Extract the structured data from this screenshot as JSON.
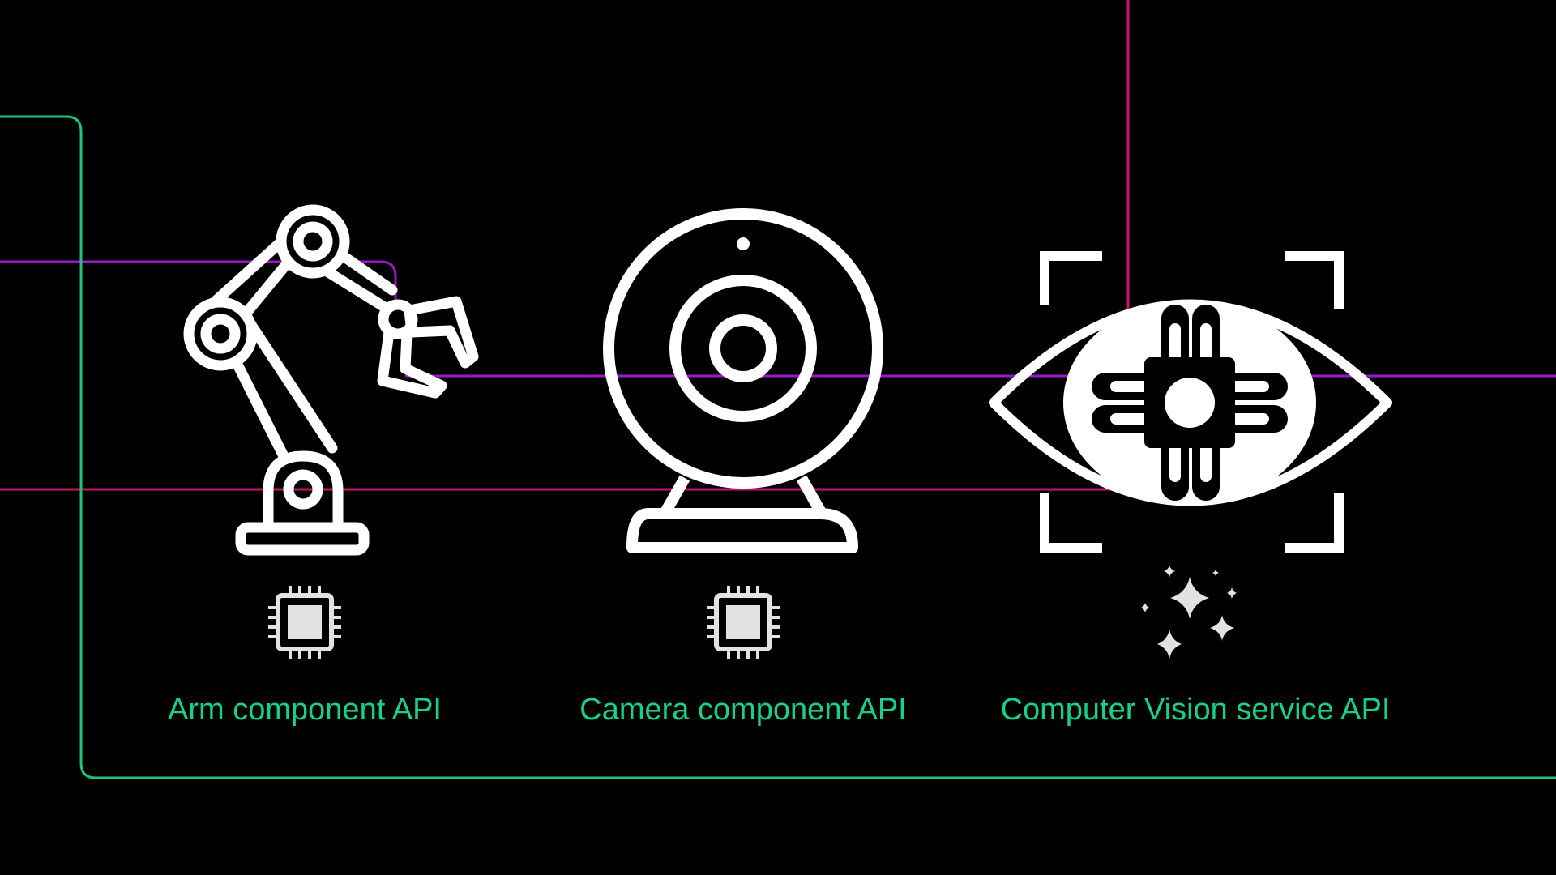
{
  "colors": {
    "background": "#000000",
    "icon": "#ffffff",
    "chip_icon": "#e2e2e2",
    "label_text": "#19d08a",
    "frame_green": "#1fc47a",
    "line_purple": "#9b18c8",
    "line_magenta": "#c4166e"
  },
  "items": [
    {
      "icon": "robot-arm-icon",
      "badge_icon": "microchip-icon",
      "label": "Arm component API"
    },
    {
      "icon": "webcam-icon",
      "badge_icon": "microchip-icon",
      "label": "Camera component API"
    },
    {
      "icon": "eye-chip-focus-icon",
      "badge_icon": "sparkles-icon",
      "label": "Computer Vision service API"
    }
  ]
}
